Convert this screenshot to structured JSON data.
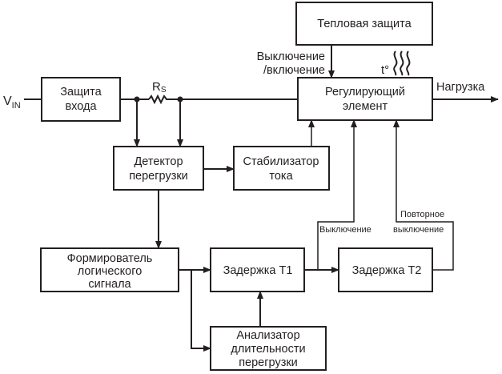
{
  "diagram": {
    "title": "",
    "input_label": {
      "main": "V",
      "sub": "IN"
    },
    "resistor_label": {
      "main": "R",
      "sub": "S"
    },
    "output_label": "Нагрузка",
    "temp_label": "t°",
    "blocks": {
      "input_protection": [
        "Защита",
        "входа"
      ],
      "overload_detector": [
        "Детектор",
        "перегрузки"
      ],
      "current_stabilizer": [
        "Стабилизатор",
        "тока"
      ],
      "thermal_protection": [
        "Тепловая защита"
      ],
      "regulating_element": [
        "Регулирующий",
        "элемент"
      ],
      "logic_signal_former": [
        "Формирователь",
        "логического",
        "сигнала"
      ],
      "delay_t1": [
        "Задержка Т1"
      ],
      "delay_t2": [
        "Задержка Т2"
      ],
      "overload_duration_analyzer": [
        "Анализатор",
        "длительности",
        "перегрузки"
      ]
    },
    "edge_labels": {
      "thermal_switch": [
        "Выключение",
        "/включение"
      ],
      "shutdown": "Выключение",
      "repeat_shutdown": [
        "Повторное",
        "выключение"
      ]
    }
  }
}
